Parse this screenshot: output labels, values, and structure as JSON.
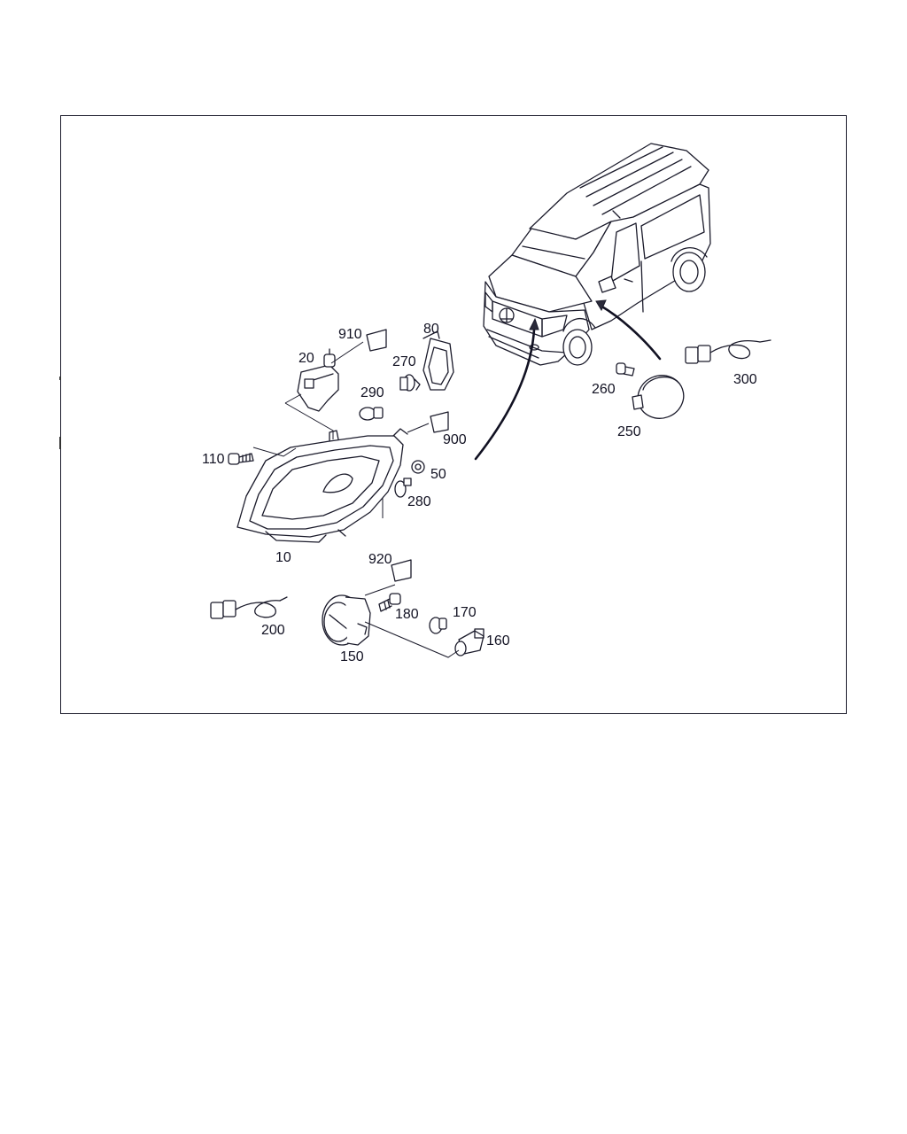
{
  "diagram": {
    "callouts": {
      "c10": "10",
      "c20": "20",
      "c50": "50",
      "c80": "80",
      "c110": "110",
      "c150": "150",
      "c160": "160",
      "c170": "170",
      "c180": "180",
      "c200": "200",
      "c250": "250",
      "c260": "260",
      "c270": "270",
      "c280": "280",
      "c290": "290",
      "c300": "300",
      "c900": "900",
      "c910": "910",
      "c920": "920"
    },
    "colors": {
      "line": "#1b1b2b",
      "frame": "#1a1a2a",
      "background": "#ffffff"
    }
  }
}
